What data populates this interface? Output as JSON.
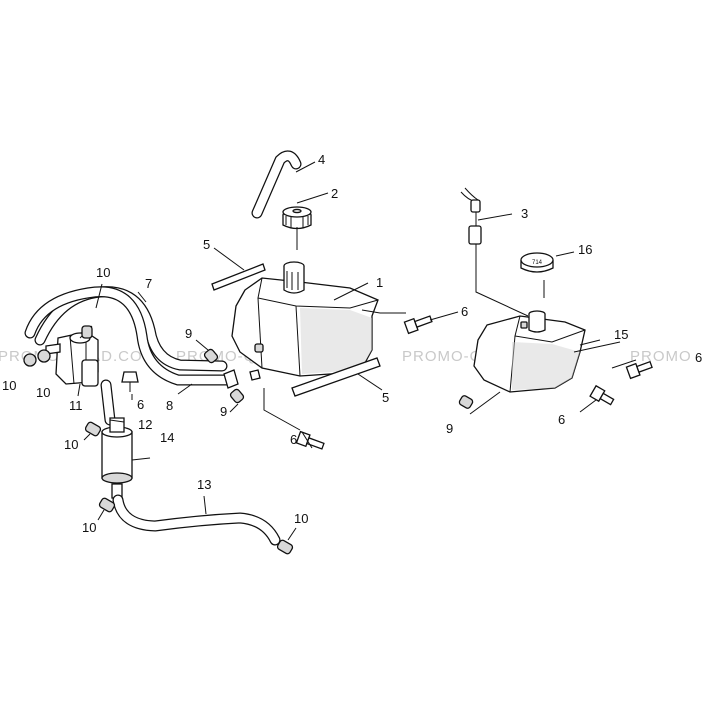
{
  "watermark": {
    "segments": [
      "PROMO-QUAD.COM",
      "PROMO-QUAD.COM",
      "PROMO-QUAD.COM",
      "PROMO"
    ]
  },
  "callouts": {
    "c1": "1",
    "c2": "2",
    "c3": "3",
    "c4": "4",
    "c5a": "5",
    "c5b": "5",
    "c6a": "6",
    "c6b": "6",
    "c6c": "6",
    "c6d": "6",
    "c6e": "6",
    "c7": "7",
    "c8": "8",
    "c9a": "9",
    "c9b": "9",
    "c9c": "9",
    "c10a": "10",
    "c10b": "10",
    "c10c": "10",
    "c10d": "10",
    "c10e": "10",
    "c10f": "10",
    "c11": "11",
    "c12": "12",
    "c13": "13",
    "c14": "14",
    "c15": "15",
    "c16": "16"
  },
  "cap_marking": "714"
}
